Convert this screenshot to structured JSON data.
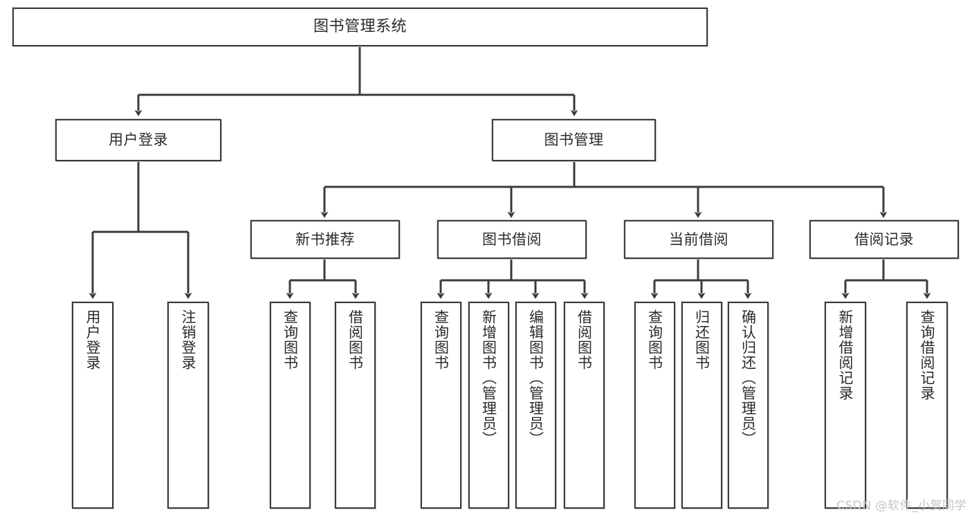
{
  "diagram": {
    "title": "图书管理系统",
    "type": "功能结构图",
    "watermark": "CSDN @软件_小贺同学",
    "colors": {
      "border": "#3b3b3b",
      "fill": "#ffffff",
      "edge": "#3b3b3b",
      "text": "#2b2b2b",
      "watermark": "#c4c4c4"
    },
    "levels": {
      "root": {
        "label": "图书管理系统"
      },
      "level1": [
        {
          "id": "user-login",
          "label": "用户登录"
        },
        {
          "id": "book-management",
          "label": "图书管理"
        }
      ],
      "level2": [
        {
          "id": "new-book-recommend",
          "label": "新书推荐",
          "parent": "book-management"
        },
        {
          "id": "book-borrow",
          "label": "图书借阅",
          "parent": "book-management"
        },
        {
          "id": "current-borrow",
          "label": "当前借阅",
          "parent": "book-management"
        },
        {
          "id": "borrow-record",
          "label": "借阅记录",
          "parent": "book-management"
        }
      ],
      "leaves": [
        {
          "id": "leaf-user-login",
          "label": "用户登录",
          "parent": "user-login"
        },
        {
          "id": "leaf-logout",
          "label": "注销登录",
          "parent": "user-login"
        },
        {
          "id": "leaf-query-book-1",
          "label": "查询图书",
          "parent": "new-book-recommend"
        },
        {
          "id": "leaf-borrow-book-1",
          "label": "借阅图书",
          "parent": "new-book-recommend"
        },
        {
          "id": "leaf-query-book-2",
          "label": "查询图书",
          "parent": "book-borrow"
        },
        {
          "id": "leaf-add-book",
          "label": "新增图书（管理员）",
          "parent": "book-borrow"
        },
        {
          "id": "leaf-edit-book",
          "label": "编辑图书（管理员）",
          "parent": "book-borrow"
        },
        {
          "id": "leaf-borrow-book-2",
          "label": "借阅图书",
          "parent": "book-borrow"
        },
        {
          "id": "leaf-query-book-3",
          "label": "查询图书",
          "parent": "current-borrow"
        },
        {
          "id": "leaf-return-book",
          "label": "归还图书",
          "parent": "current-borrow"
        },
        {
          "id": "leaf-confirm-return",
          "label": "确认归还（管理员）",
          "parent": "current-borrow"
        },
        {
          "id": "leaf-add-record",
          "label": "新增借阅记录",
          "parent": "borrow-record"
        },
        {
          "id": "leaf-query-record",
          "label": "查询借阅记录",
          "parent": "borrow-record"
        }
      ]
    }
  }
}
